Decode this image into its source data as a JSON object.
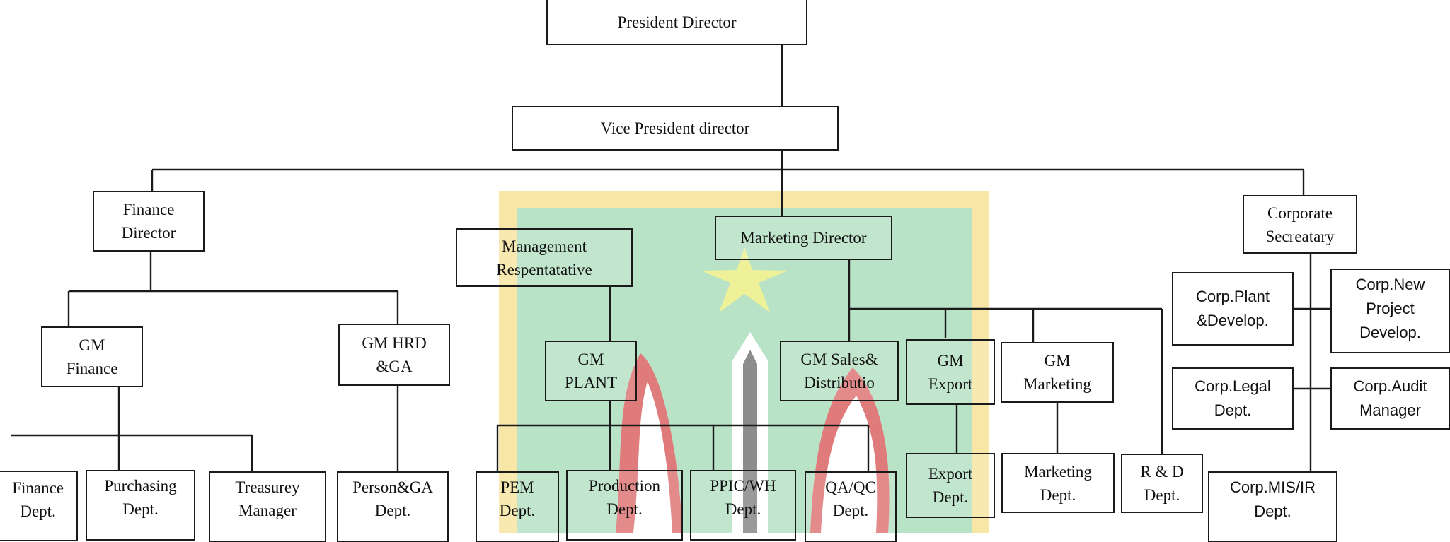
{
  "colors": {
    "line": "#1a1a1a",
    "watermark_border": "#f8e6a6",
    "watermark_fill": "#b9e3c6",
    "watermark_star": "#eff199",
    "watermark_red": "#e07b7b",
    "watermark_grey": "#8c8c8c"
  },
  "watermark": {
    "icon": "university-logo-watermark"
  },
  "boxes": {
    "president": "President Director",
    "vice_president": "Vice President director",
    "finance_director": "Finance\nDirector",
    "management_rep": "Management\nRespentatative",
    "marketing_director": "Marketing Director",
    "corporate_secretary": "Corporate\nSecreatary",
    "gm_finance": "GM\nFinance",
    "gm_hrd": "GM HRD\n&GA",
    "gm_plant": "GM\nPLANT",
    "gm_sales": "GM Sales&\nDistributio",
    "gm_export": "GM\nExport",
    "gm_marketing": "GM\nMarketing",
    "corp_plant": "Corp.Plant\n&Develop.",
    "corp_new_project": "Corp.New\nProject\nDevelop.",
    "corp_legal": "Corp.Legal\nDept.",
    "corp_audit": "Corp.Audit\nManager",
    "finance_dept": "Finance\nDept.",
    "purchasing_dept": "Purchasing\nDept.",
    "treasury_manager": "Treasurey\nManager",
    "person_ga_dept": "Person&GA\nDept.",
    "pem_dept": "PEM\nDept.",
    "production_dept": "Production\nDept.",
    "ppic_dept": "PPIC/WH\nDept.",
    "qa_dept": "QA/QC\nDept.",
    "export_dept": "Export\nDept.",
    "marketing_dept": "Marketing\nDept.",
    "rnd_dept": "R & D\nDept.",
    "corp_mis": "Corp.MIS/IR\nDept."
  }
}
